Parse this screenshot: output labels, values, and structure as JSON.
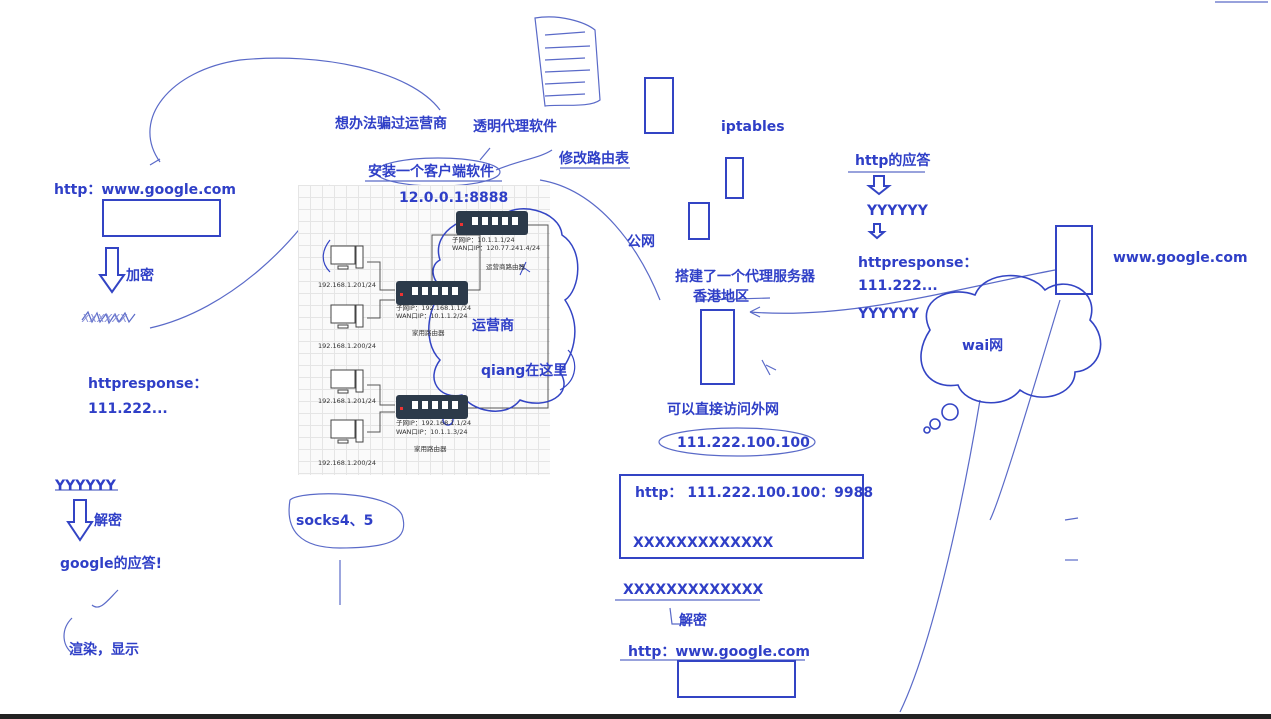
{
  "labels": {
    "http_google_left": "http：www.google.com",
    "encrypt": "加密",
    "scribble_left": "XXXXXX",
    "httpresponse_left": "httpresponse：",
    "value_left": "111.222...",
    "yyyyyy_left": "YYYYYY",
    "decrypt_left": "解密",
    "google_reply": "google的应答!",
    "render_show": "渲染，显示",
    "socks": "socks4、5",
    "trick_isp": "想办法骗过运营商",
    "transparent_proxy": "透明代理软件",
    "install_client": "安装一个客户端软件",
    "modify_route": "修改路由表",
    "local_addr": "12.0.0.1:8888",
    "isp": "运营商",
    "qiang": "qiang在这里",
    "public_net": "公网",
    "iptables": "iptables",
    "proxy_server": "搭建了一个代理服务器",
    "hongkong": "香港地区",
    "direct_access": "可以直接访问外网",
    "proxy_ip": "111.222.100.100",
    "http_request_line": "http： 111.222.100.100：9988",
    "xxx_in_box": "XXXXXXXXXXXXX",
    "xxx_below": "XXXXXXXXXXXXX",
    "decrypt_right": "解密",
    "http_google_bottom": "http：www.google.com",
    "http_reply": "http的应答",
    "yyyyyy_r1": "YYYYYY",
    "httpresponse_right": "httpresponse：",
    "value_right": "111.222...",
    "yyyyyy_r2": "YYYYYY",
    "www_google": "www.google.com",
    "wai_net": "wai网"
  },
  "network": {
    "pc_ips": [
      "192.168.1.201/24",
      "192.168.1.200/24",
      "192.168.1.201/24",
      "192.168.1.200/24"
    ],
    "router_home_1": [
      "子网IP：192.168.1.1/24",
      "WAN口IP：10.1.1.2/24"
    ],
    "router_home_1_name": "家用路由器",
    "router_home_2": [
      "子网IP：192.168.1.1/24",
      "WAN口IP：10.1.1.3/24"
    ],
    "router_home_2_name": "家用路由器",
    "router_isp": [
      "子网IP：10.1.1.1/24",
      "WAN口IP：120.77.241.4/24"
    ],
    "router_isp_name": "运营商路由器"
  },
  "colors": {
    "ink": "#2f3fc7",
    "stroke": "#3344c4"
  }
}
